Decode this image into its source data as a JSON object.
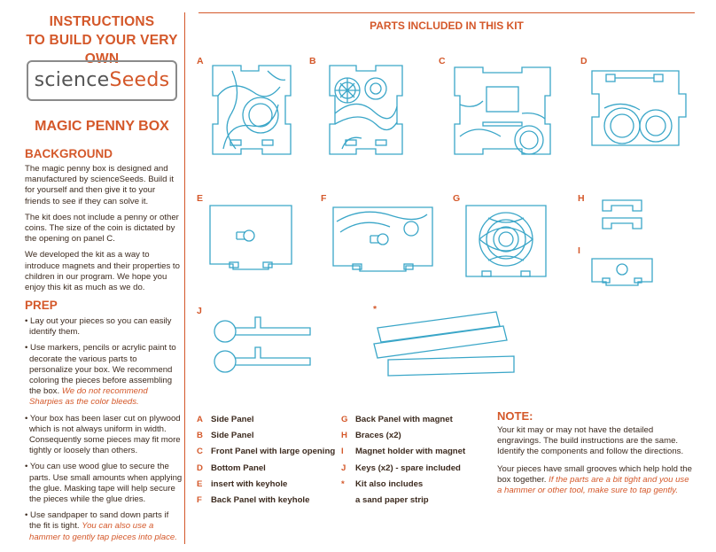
{
  "left": {
    "title_line1": "INSTRUCTIONS",
    "title_line2": "TO BUILD YOUR VERY OWN",
    "logo_part1": "science",
    "logo_part2": "Seeds",
    "product_title": "MAGIC PENNY BOX",
    "background_heading": "BACKGROUND",
    "background_paragraphs": [
      "The magic penny box is designed and manufactured by scienceSeeds. Build it for yourself and then give it to your friends to see if they can solve it.",
      "The kit does not include a penny or other coins. The size of the coin is dictated by the opening on panel C.",
      "We developed the kit as a way to introduce magnets and their properties to children  in our program.  We hope you enjoy this kit as much as we do."
    ],
    "prep_heading": "PREP",
    "prep_items": [
      {
        "text": "• Lay out your pieces so you can easily identify them.",
        "note": ""
      },
      {
        "text": "• Use markers, pencils or acrylic paint to decorate the various parts to personalize your box. We recommend coloring the pieces before assembling the box.",
        "note": "We do not recommend Sharpies as the color bleeds."
      },
      {
        "text": "• Your box has been laser cut on plywood which is not always uniform in width. Consequently some pieces may fit more tightly or loosely than others.",
        "note": ""
      },
      {
        "text": "• You can use wood glue to secure the parts. Use small amounts when applying the glue. Masking tape will help secure the pieces while the glue dries.",
        "note": ""
      },
      {
        "text": "• Use sandpaper to sand down parts if the fit is tight.",
        "note": "You can also use a hammer to gently tap pieces into place."
      }
    ]
  },
  "parts": {
    "title": "PARTS INCLUDED IN THIS KIT",
    "labels": [
      "A",
      "B",
      "C",
      "D",
      "E",
      "F",
      "G",
      "H",
      "I",
      "J",
      "*"
    ]
  },
  "legend_left": [
    {
      "letter": "A",
      "text": "Side Panel"
    },
    {
      "letter": "B",
      "text": "Side Panel"
    },
    {
      "letter": "C",
      "text": "Front Panel with large opening"
    },
    {
      "letter": "D",
      "text": "Bottom Panel"
    },
    {
      "letter": "E",
      "text": "insert with keyhole"
    },
    {
      "letter": "F",
      "text": "Back Panel with keyhole"
    }
  ],
  "legend_right": [
    {
      "letter": "G",
      "text": "Back Panel with magnet"
    },
    {
      "letter": "H",
      "text": "Braces (x2)"
    },
    {
      "letter": "I",
      "text": "Magnet holder with magnet"
    },
    {
      "letter": "J",
      "text": "Keys (x2) - spare included"
    },
    {
      "letter": "*",
      "text": "Kit also includes"
    },
    {
      "letter": "",
      "text": "a sand paper strip"
    }
  ],
  "note": {
    "heading": "NOTE:",
    "p1": "Your kit may or may not have the detailed engravings. The build instructions are the same. Identify the components and follow the directions.",
    "p2": "Your pieces have small grooves which help hold the box together.",
    "p2_note": "If the parts are a bit tight and you use a hammer or other tool, make sure to tap gently."
  },
  "colors": {
    "accent": "#d4582a",
    "line_art": "#3aa6c8",
    "text": "#3c2a1e"
  }
}
